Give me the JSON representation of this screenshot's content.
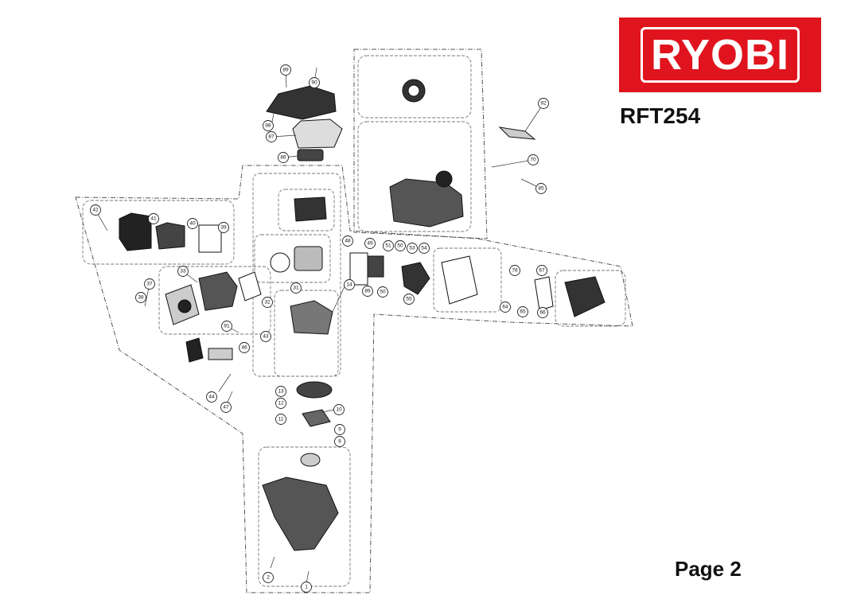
{
  "brand": {
    "logo_text": "RYOBI",
    "color": "#e0141e"
  },
  "model": "RFT254",
  "page_label": "Page 2",
  "callouts": [
    {
      "label": "89"
    },
    {
      "label": "90"
    },
    {
      "label": "88"
    },
    {
      "label": "87"
    },
    {
      "label": "86"
    },
    {
      "label": "92"
    },
    {
      "label": "70"
    },
    {
      "label": "85"
    },
    {
      "label": "42"
    },
    {
      "label": "41"
    },
    {
      "label": "40"
    },
    {
      "label": "39"
    },
    {
      "label": "33"
    },
    {
      "label": "37"
    },
    {
      "label": "38"
    },
    {
      "label": "32"
    },
    {
      "label": "31"
    },
    {
      "label": "14"
    },
    {
      "label": "91"
    },
    {
      "label": "43"
    },
    {
      "label": "46"
    },
    {
      "label": "44"
    },
    {
      "label": "47"
    },
    {
      "label": "48"
    },
    {
      "label": "49"
    },
    {
      "label": "51"
    },
    {
      "label": "50"
    },
    {
      "label": "53"
    },
    {
      "label": "54"
    },
    {
      "label": "89"
    },
    {
      "label": "50"
    },
    {
      "label": "55"
    },
    {
      "label": "64"
    },
    {
      "label": "78"
    },
    {
      "label": "65"
    },
    {
      "label": "67"
    },
    {
      "label": "66"
    },
    {
      "label": "13"
    },
    {
      "label": "12"
    },
    {
      "label": "11"
    },
    {
      "label": "10"
    },
    {
      "label": "9"
    },
    {
      "label": "8"
    },
    {
      "label": "2"
    },
    {
      "label": "1"
    }
  ]
}
